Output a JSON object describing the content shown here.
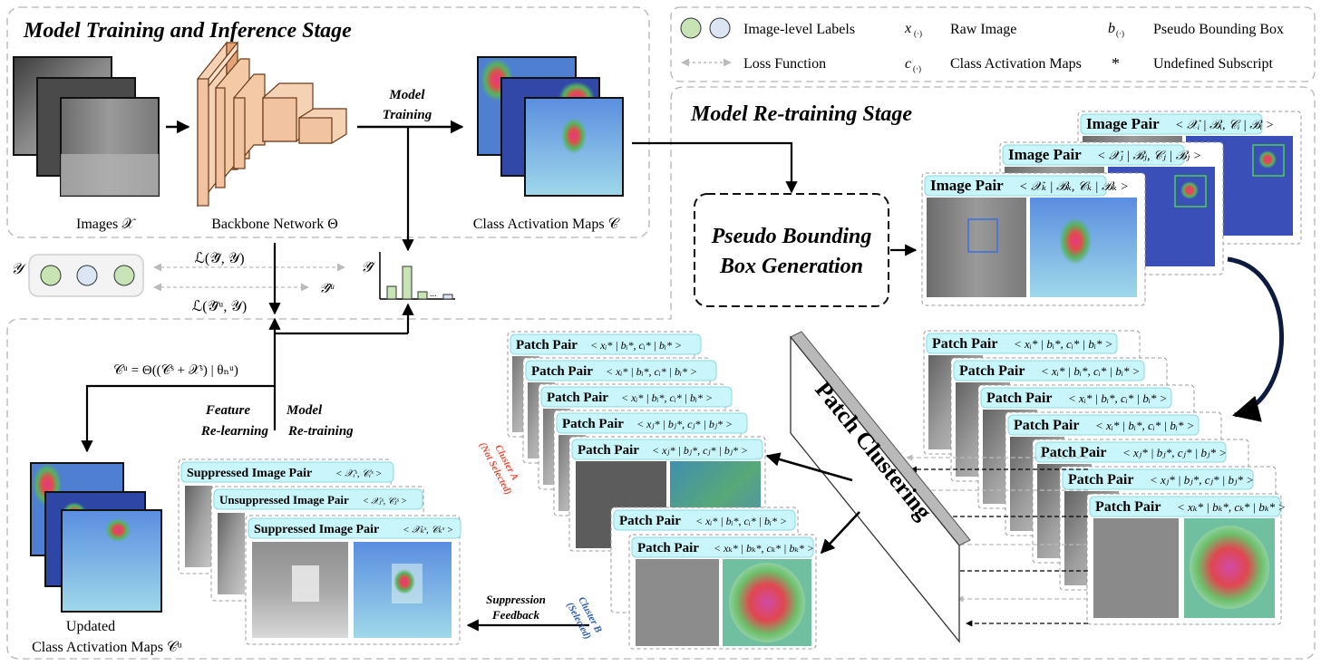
{
  "stages": {
    "training": "Model Training and Inference Stage",
    "retraining": "Model Re-training Stage"
  },
  "legend": {
    "labels": "Image-level Labels",
    "loss": "Loss Function",
    "x_sym": "x",
    "x_sub": "(·)",
    "x_text": "Raw Image",
    "c_sym": "c",
    "c_sub": "(·)",
    "c_text": "Class Activation Maps",
    "b_sym": "b",
    "b_sub": "(·)",
    "b_text": "Pseudo Bounding Box",
    "star": "*",
    "star_text": "Undefined Subscript"
  },
  "training": {
    "images": "Images  𝒳",
    "backbone": "Backbone Network  Θ",
    "cam": "Class Activation Maps  𝒞",
    "model_training_1": "Model",
    "model_training_2": "Training",
    "y_label": "𝒴",
    "loss1": "ℒ(𝒴̂, 𝒴)",
    "loss2": "ℒ(𝒴̂ᵘ, 𝒴)",
    "yhat": "𝒴̂",
    "yhatu": "𝒴̂ᵘ",
    "dots": "..."
  },
  "retraining": {
    "pbg_line1": "Pseudo Bounding",
    "pbg_line2": "Box Generation",
    "image_pairs": [
      {
        "label": "Image Pair",
        "math": "< 𝒳ᵢ | ℬᵢ, 𝒞ᵢ | ℬᵢ >"
      },
      {
        "label": "Image Pair",
        "math": "< 𝒳ⱼ | ℬⱼ, 𝒞ⱼ | ℬⱼ >"
      },
      {
        "label": "Image Pair",
        "math": "< 𝒳ₖ | ℬₖ, 𝒞ₖ | ℬₖ >"
      }
    ],
    "right_patches": [
      {
        "label": "Patch Pair",
        "math": "< xᵢ* | bᵢ*, cᵢ* | bᵢ* >"
      },
      {
        "label": "Patch Pair",
        "math": "< xᵢ* | bᵢ*, cᵢ* | bᵢ* >"
      },
      {
        "label": "Patch Pair",
        "math": "< xᵢ* | bᵢ*, cᵢ* | bᵢ* >"
      },
      {
        "label": "Patch Pair",
        "math": "< xᵢ* | bᵢ*, cᵢ* | bᵢ* >"
      },
      {
        "label": "Patch Pair",
        "math": "< xⱼ* | bⱼ*, cⱼ* | bⱼ* >"
      },
      {
        "label": "Patch Pair",
        "math": "< xⱼ* | bⱼ*, cⱼ* | bⱼ* >"
      },
      {
        "label": "Patch Pair",
        "math": "< xₖ* | bₖ*, cₖ* | bₖ* >"
      }
    ],
    "clusterA_patches": [
      {
        "label": "Patch Pair",
        "math": "< xᵢ* | bᵢ*, cᵢ* | bᵢ* >"
      },
      {
        "label": "Patch Pair",
        "math": "< xᵢ* | bᵢ*, cᵢ* | bᵢ* >"
      },
      {
        "label": "Patch Pair",
        "math": "< xᵢ* | bᵢ*, cᵢ* | bᵢ* >"
      },
      {
        "label": "Patch Pair",
        "math": "< xⱼ* | bⱼ*, cⱼ* | bⱼ* >"
      },
      {
        "label": "Patch Pair",
        "math": "< xⱼ* | bⱼ*, cⱼ* | bⱼ* >"
      }
    ],
    "clusterB_patches": [
      {
        "label": "Patch Pair",
        "math": "< xᵢ* | bᵢ*, cᵢ* | bᵢ* >"
      },
      {
        "label": "Patch Pair",
        "math": "< xₖ* | bₖ*, cₖ* | bₖ* >"
      }
    ],
    "patch_clustering": "Patch Clustering",
    "clusterA_line1": "Cluster A",
    "clusterA_line2": "(Not Selected)",
    "clusterB_line1": "Cluster B",
    "clusterB_line2": "(Selected)",
    "suppression_1": "Suppression",
    "suppression_2": "Feedback",
    "suppressed_pairs": [
      {
        "label": "Suppressed Image Pair",
        "math": "< 𝒳ᵢˢ, 𝒞ᵢˢ >"
      },
      {
        "label": "Unsuppressed Image Pair",
        "math": "< 𝒳ⱼˢ, 𝒞ⱼˢ >"
      },
      {
        "label": "Suppressed Image Pair",
        "math": "< 𝒳ₖˢ, 𝒞ₖˢ >"
      }
    ],
    "updated_line1": "Updated",
    "updated_line2": "Class Activation Maps  𝒞ᵘ",
    "formula": "𝒞ᵘ = Θ((𝒞ˢ + 𝒳ˢ) | θₙᵘ)",
    "feature_1": "Feature",
    "feature_2": "Re-learning",
    "retrain_1": "Model",
    "retrain_2": "Re-training"
  },
  "colors": {
    "label_green": "#c9e4b4",
    "label_blue": "#dbe5f4",
    "backbone": "#f2c3a0",
    "tag_bg": "#c9f6fb",
    "cluster_red": "#e0523c",
    "cluster_blue": "#2f5fae"
  }
}
